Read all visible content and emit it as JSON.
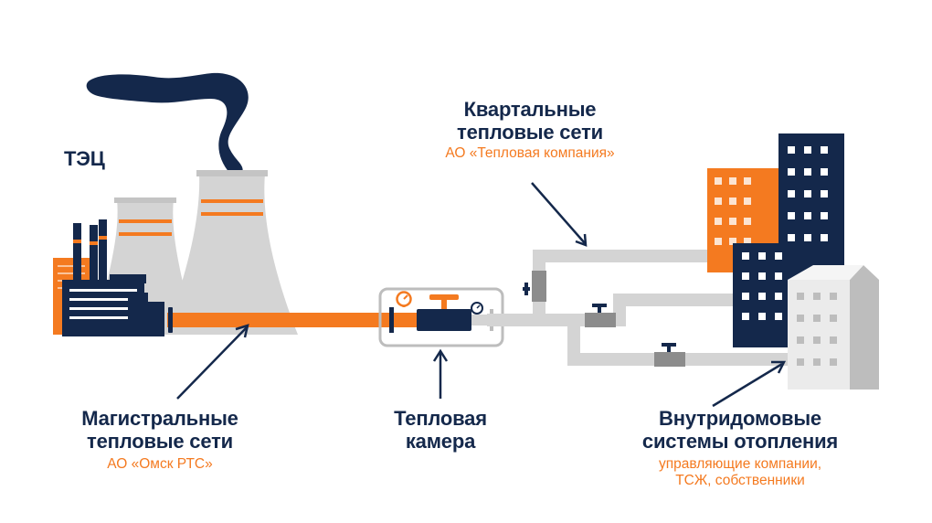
{
  "labels": {
    "tec": "ТЭЦ",
    "kvartal": {
      "title_line1": "Квартальные",
      "title_line2": "тепловые сети",
      "operator": "АО «Тепловая компания»"
    },
    "magistral": {
      "title_line1": "Магистральные",
      "title_line2": "тепловые сети",
      "operator": "АО «Омск РТС»"
    },
    "kamera": {
      "title_line1": "Тепловая",
      "title_line2": "камера"
    },
    "vnutri": {
      "title_line1": "Внутридомовые",
      "title_line2": "системы отопления",
      "operator_line1": "управляющие компании,",
      "operator_line2": "ТСЖ, собственники"
    }
  },
  "colors": {
    "navy": "#14284b",
    "orange": "#f47a20",
    "light_gray": "#d4d4d4",
    "mid_gray": "#bdbdbd",
    "dark_gray": "#8c8c8c"
  }
}
